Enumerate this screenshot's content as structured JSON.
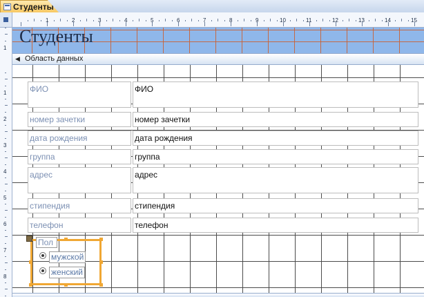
{
  "window": {
    "tab_label": "Студенты",
    "tab_icon": "form-icon"
  },
  "form": {
    "header_title": "Студенты",
    "detail_section_label": "Область данных",
    "fields": [
      {
        "label": "ФИО",
        "control": "ФИО"
      },
      {
        "label": "номер зачетки",
        "control": "номер зачетки"
      },
      {
        "label": "дата рождения",
        "control": "дата рождения"
      },
      {
        "label": "группа",
        "control": "группа"
      },
      {
        "label": "адрес",
        "control": "адрес"
      },
      {
        "label": "стипендия",
        "control": "стипендия"
      },
      {
        "label": "телефон",
        "control": "телефон"
      }
    ],
    "option_group": {
      "label": "Пол",
      "options": [
        "мужской",
        "женский"
      ]
    }
  },
  "rulers": {
    "horizontal_numbers": [
      "1",
      "2",
      "3",
      "4",
      "5",
      "6",
      "7",
      "8",
      "9",
      "10",
      "11",
      "12",
      "13",
      "14",
      "15"
    ],
    "vertical_header_numbers": [
      "1"
    ],
    "vertical_detail_numbers": [
      "1",
      "2",
      "3",
      "4",
      "5",
      "6",
      "7",
      "8"
    ]
  },
  "colors": {
    "accent_selection": "#f0a733",
    "header_background": "#8fb7ea",
    "label_text": "#7c90b3",
    "grid_line": "#4b4b4b"
  }
}
